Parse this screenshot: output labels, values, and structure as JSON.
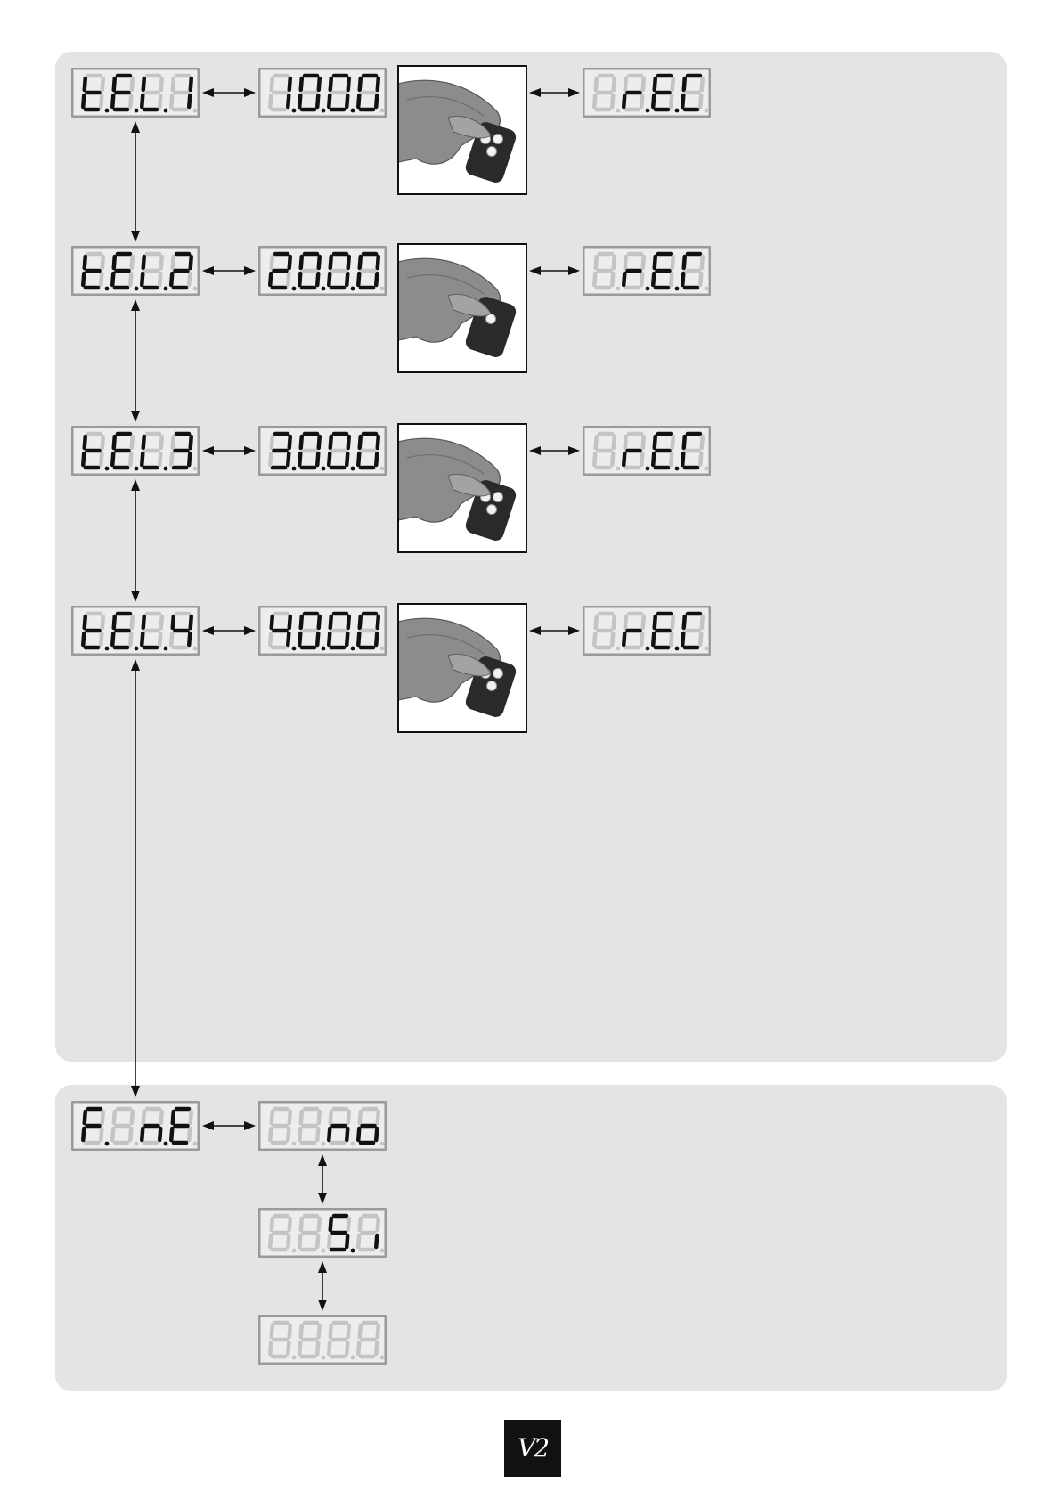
{
  "colors": {
    "panel": "#e4e4e4",
    "lcd_bg": "#ededed",
    "segment_on": "#111111",
    "segment_off": "#c4c4c4"
  },
  "rows": [
    {
      "menu_display": [
        "t.",
        "E.",
        "L.",
        "1"
      ],
      "value_display": [
        "1.",
        "0.",
        "0.",
        "0"
      ],
      "photo": "hand-holding-remote-photo",
      "rec_display": [
        "",
        "r.",
        "E.",
        "C"
      ]
    },
    {
      "menu_display": [
        "t.",
        "E.",
        "L.",
        "2"
      ],
      "value_display": [
        "2.",
        "0.",
        "0.",
        "0"
      ],
      "photo": "hand-holding-remote-photo",
      "rec_display": [
        "",
        "r.",
        "E.",
        "C"
      ]
    },
    {
      "menu_display": [
        "t.",
        "E.",
        "L.",
        "3"
      ],
      "value_display": [
        "3.",
        "0.",
        "0.",
        "0"
      ],
      "photo": "hand-holding-remote-photo",
      "rec_display": [
        "",
        "r.",
        "E.",
        "C"
      ]
    },
    {
      "menu_display": [
        "t.",
        "E.",
        "L.",
        "4"
      ],
      "value_display": [
        "4.",
        "0.",
        "0.",
        "0"
      ],
      "photo": "hand-holding-remote-photo",
      "rec_display": [
        "",
        "r.",
        "E.",
        "C"
      ]
    }
  ],
  "end_menu": {
    "menu_display": [
      "F.",
      "",
      "n.",
      "E"
    ],
    "options": [
      [
        "",
        "",
        "n",
        "o"
      ],
      [
        "",
        "",
        "S.",
        "i"
      ],
      [
        "",
        "",
        "",
        ""
      ]
    ]
  },
  "logo": {
    "text": "V2",
    "icon": "v2-logo-icon"
  }
}
